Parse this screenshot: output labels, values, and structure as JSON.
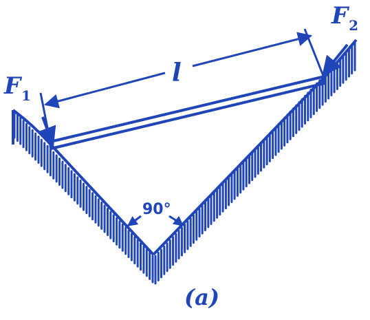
{
  "labels": {
    "force_left_main": "F",
    "force_left_sub": "1",
    "force_right_main": "F",
    "force_right_sub": "2",
    "length": "l",
    "angle": "90°",
    "caption": "(a)"
  },
  "colors": {
    "ink": "#1f45b8",
    "background": "#ffffff"
  }
}
